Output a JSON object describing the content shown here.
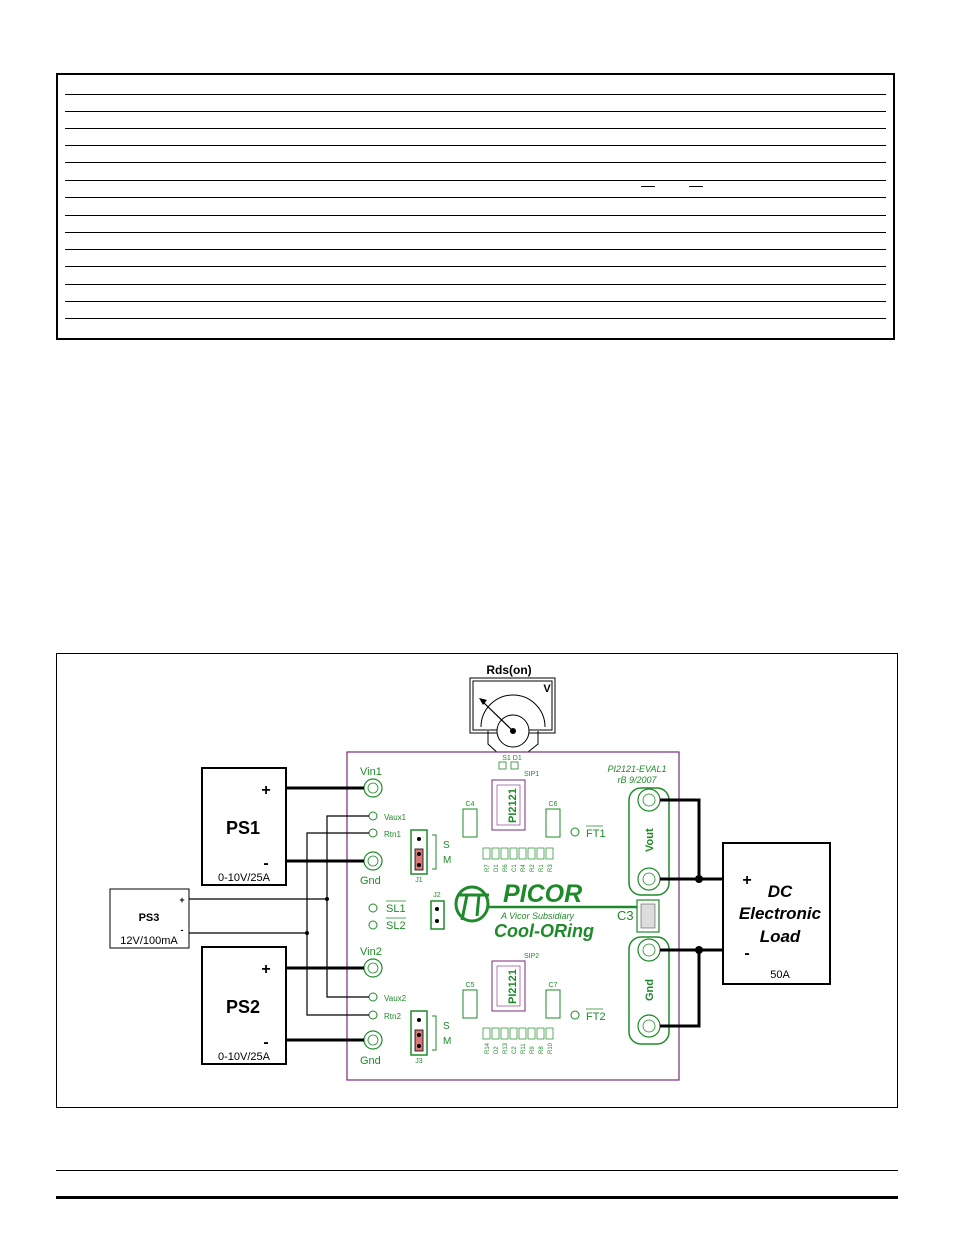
{
  "diagram": {
    "meter": {
      "title": "Rds(on)",
      "unit": "V",
      "probes": "S1 D1"
    },
    "supplies": {
      "ps1": {
        "label": "PS1",
        "plus": "+",
        "minus": "-",
        "rating": "0-10V/25A"
      },
      "ps2": {
        "label": "PS2",
        "plus": "+",
        "minus": "-",
        "rating": "0-10V/25A"
      },
      "ps3": {
        "label": "PS3",
        "plus": "+",
        "minus": "-",
        "rating": "12V/100mA"
      }
    },
    "load": {
      "line1": "DC",
      "line2": "Electronic",
      "line3": "Load",
      "plus": "+",
      "minus": "-",
      "rating": "50A"
    },
    "board": {
      "name": "PI2121-EVAL1",
      "revision": "rB 9/2007",
      "sip1": "SIP1",
      "sip2": "SIP2",
      "ic": "PI2121",
      "vin1": "Vin1",
      "vin2": "Vin2",
      "gnd": "Gnd",
      "vaux1": "Vaux1",
      "rtn1": "Rtn1",
      "vaux2": "Vaux2",
      "rtn2": "Rtn2",
      "sl1": "SL1",
      "sl2": "SL2",
      "j1": "J1",
      "j2": "J2",
      "j3": "J3",
      "s": "S",
      "m": "M",
      "c4": "C4",
      "c6": "C6",
      "c5": "C5",
      "c7": "C7",
      "c3": "C3",
      "ft1": "FT1",
      "ft2": "FT2",
      "vout": "Vout",
      "gnd_out": "Gnd",
      "res_top": [
        "R7",
        "D1",
        "R6",
        "C1",
        "R4",
        "R2",
        "R1",
        "R3"
      ],
      "res_bot": [
        "R14",
        "D2",
        "R13",
        "C2",
        "R11",
        "R9",
        "R8",
        "R10"
      ],
      "logo": {
        "brand": "PICOR",
        "tagline": "A Vicor Subsidiary",
        "product": "Cool-ORing"
      }
    },
    "colors": {
      "board_outline": "#7a2a7a",
      "silkscreen": "#1f8a2a",
      "jumper": "#d97a7a",
      "wire": "#000000"
    }
  }
}
